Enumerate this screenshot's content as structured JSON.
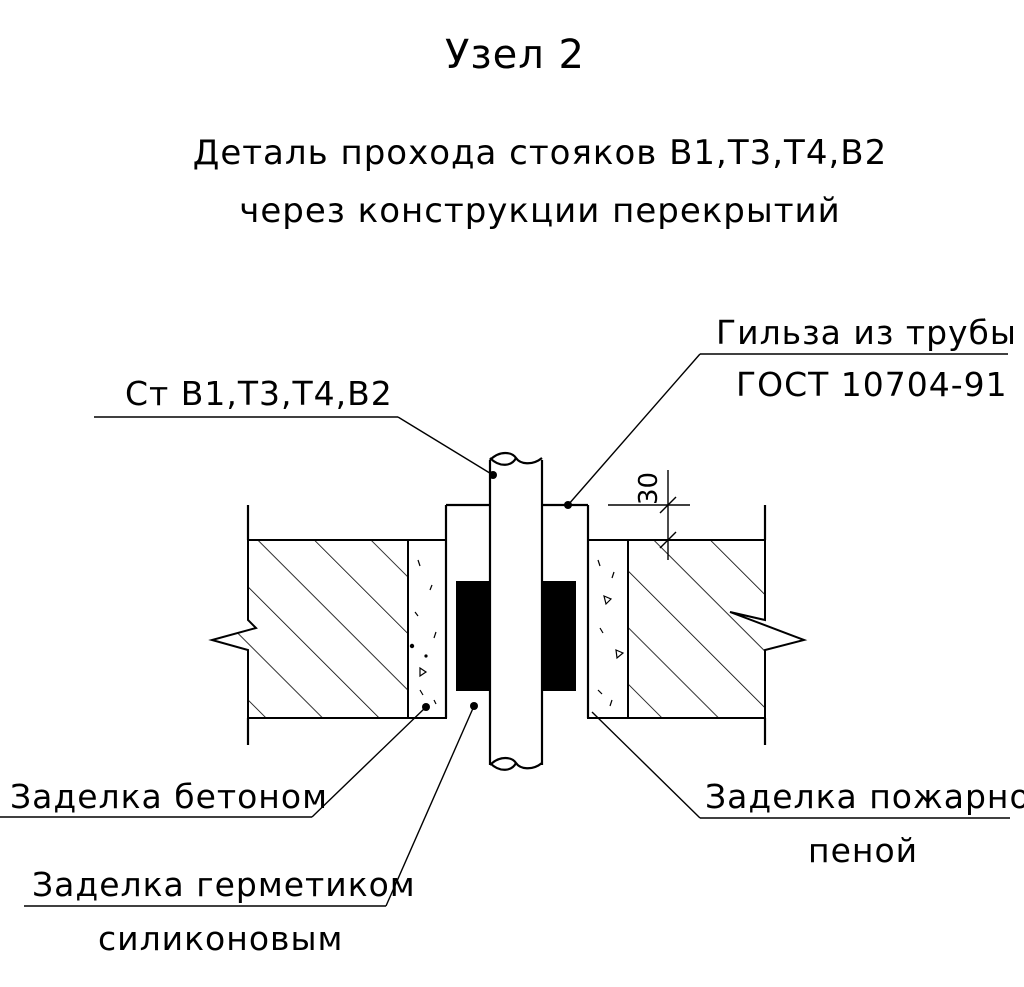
{
  "title": "Узел 2",
  "subtitle_line1": "Деталь прохода стояков В1,Т3,Т4,В2",
  "subtitle_line2": "через конструкции перекрытий",
  "callouts": {
    "riser": "Ст В1,Т3,Т4,В2",
    "sleeve_line1": "Гильза из трубы",
    "sleeve_line2": "ГОСТ 10704-91",
    "concrete": "Заделка бетоном",
    "fire_foam_line1": "Заделка пожарной",
    "fire_foam_line2": "пеной",
    "sealant_line1": "Заделка герметиком",
    "sealant_line2": "силиконовым"
  },
  "dimension": "30"
}
